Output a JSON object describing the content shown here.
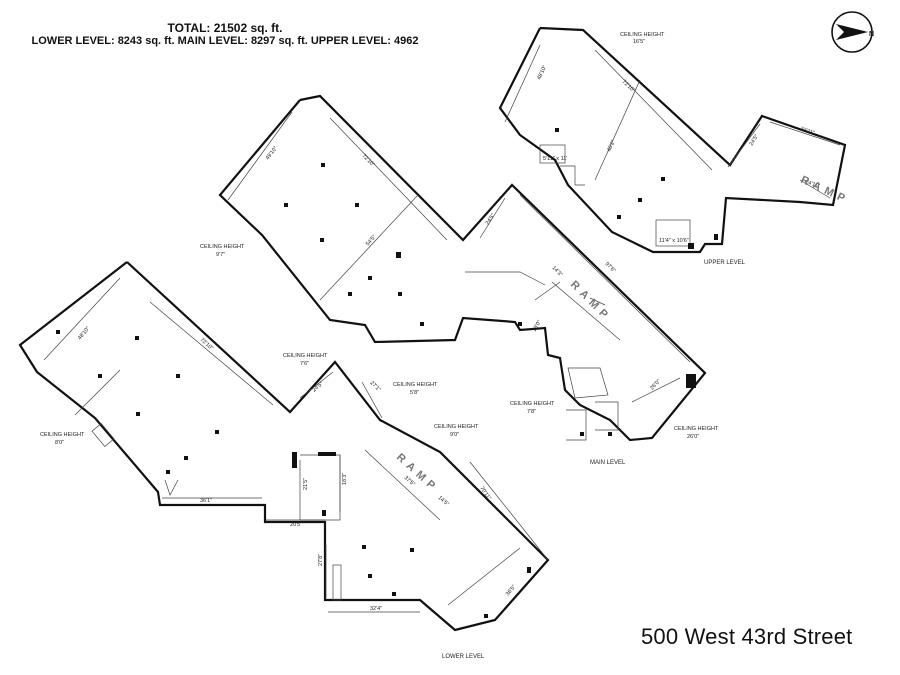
{
  "header": {
    "total": "TOTAL: 21502 sq. ft.",
    "levels": "LOWER LEVEL: 8243 sq. ft. MAIN LEVEL: 8297 sq. ft. UPPER LEVEL: 4962"
  },
  "address": "500 West 43rd Street",
  "compass": {
    "letter": "N"
  },
  "ceiling_label": "CEILING HEIGHT",
  "ramp_label": "RAMP",
  "levels": {
    "upper": {
      "name": "UPPER LEVEL",
      "ceiling": "16'5\"",
      "dims": [
        "48'10\"",
        "72'10\"",
        "46'2\"",
        "24'5\"",
        "33'11\"",
        "24'11\"",
        "5'11\" x 11'",
        "11'4\" x 10'6\""
      ]
    },
    "main": {
      "name": "MAIN LEVEL",
      "ceilings": [
        "9'7\"",
        "7'8\"",
        "26'0\""
      ],
      "dims": [
        "49'10\"",
        "72'10\"",
        "54'5\"",
        "24'5\"",
        "97'6\"",
        "14'3\"",
        "13'0\"",
        "26'0\""
      ]
    },
    "lower": {
      "name": "LOWER LEVEL",
      "ceilings": [
        "8'0\"",
        "7'6\"",
        "5'8\"",
        "9'0\""
      ],
      "dims": [
        "48'10\"",
        "72'10\"",
        "24'5\"",
        "27'1\"",
        "36'1\"",
        "21'5\"",
        "18'3\"",
        "20'5\"",
        "27'8\"",
        "37'5\"",
        "14'5\"",
        "70'11\"",
        "36'5\"",
        "32'4\""
      ]
    }
  }
}
